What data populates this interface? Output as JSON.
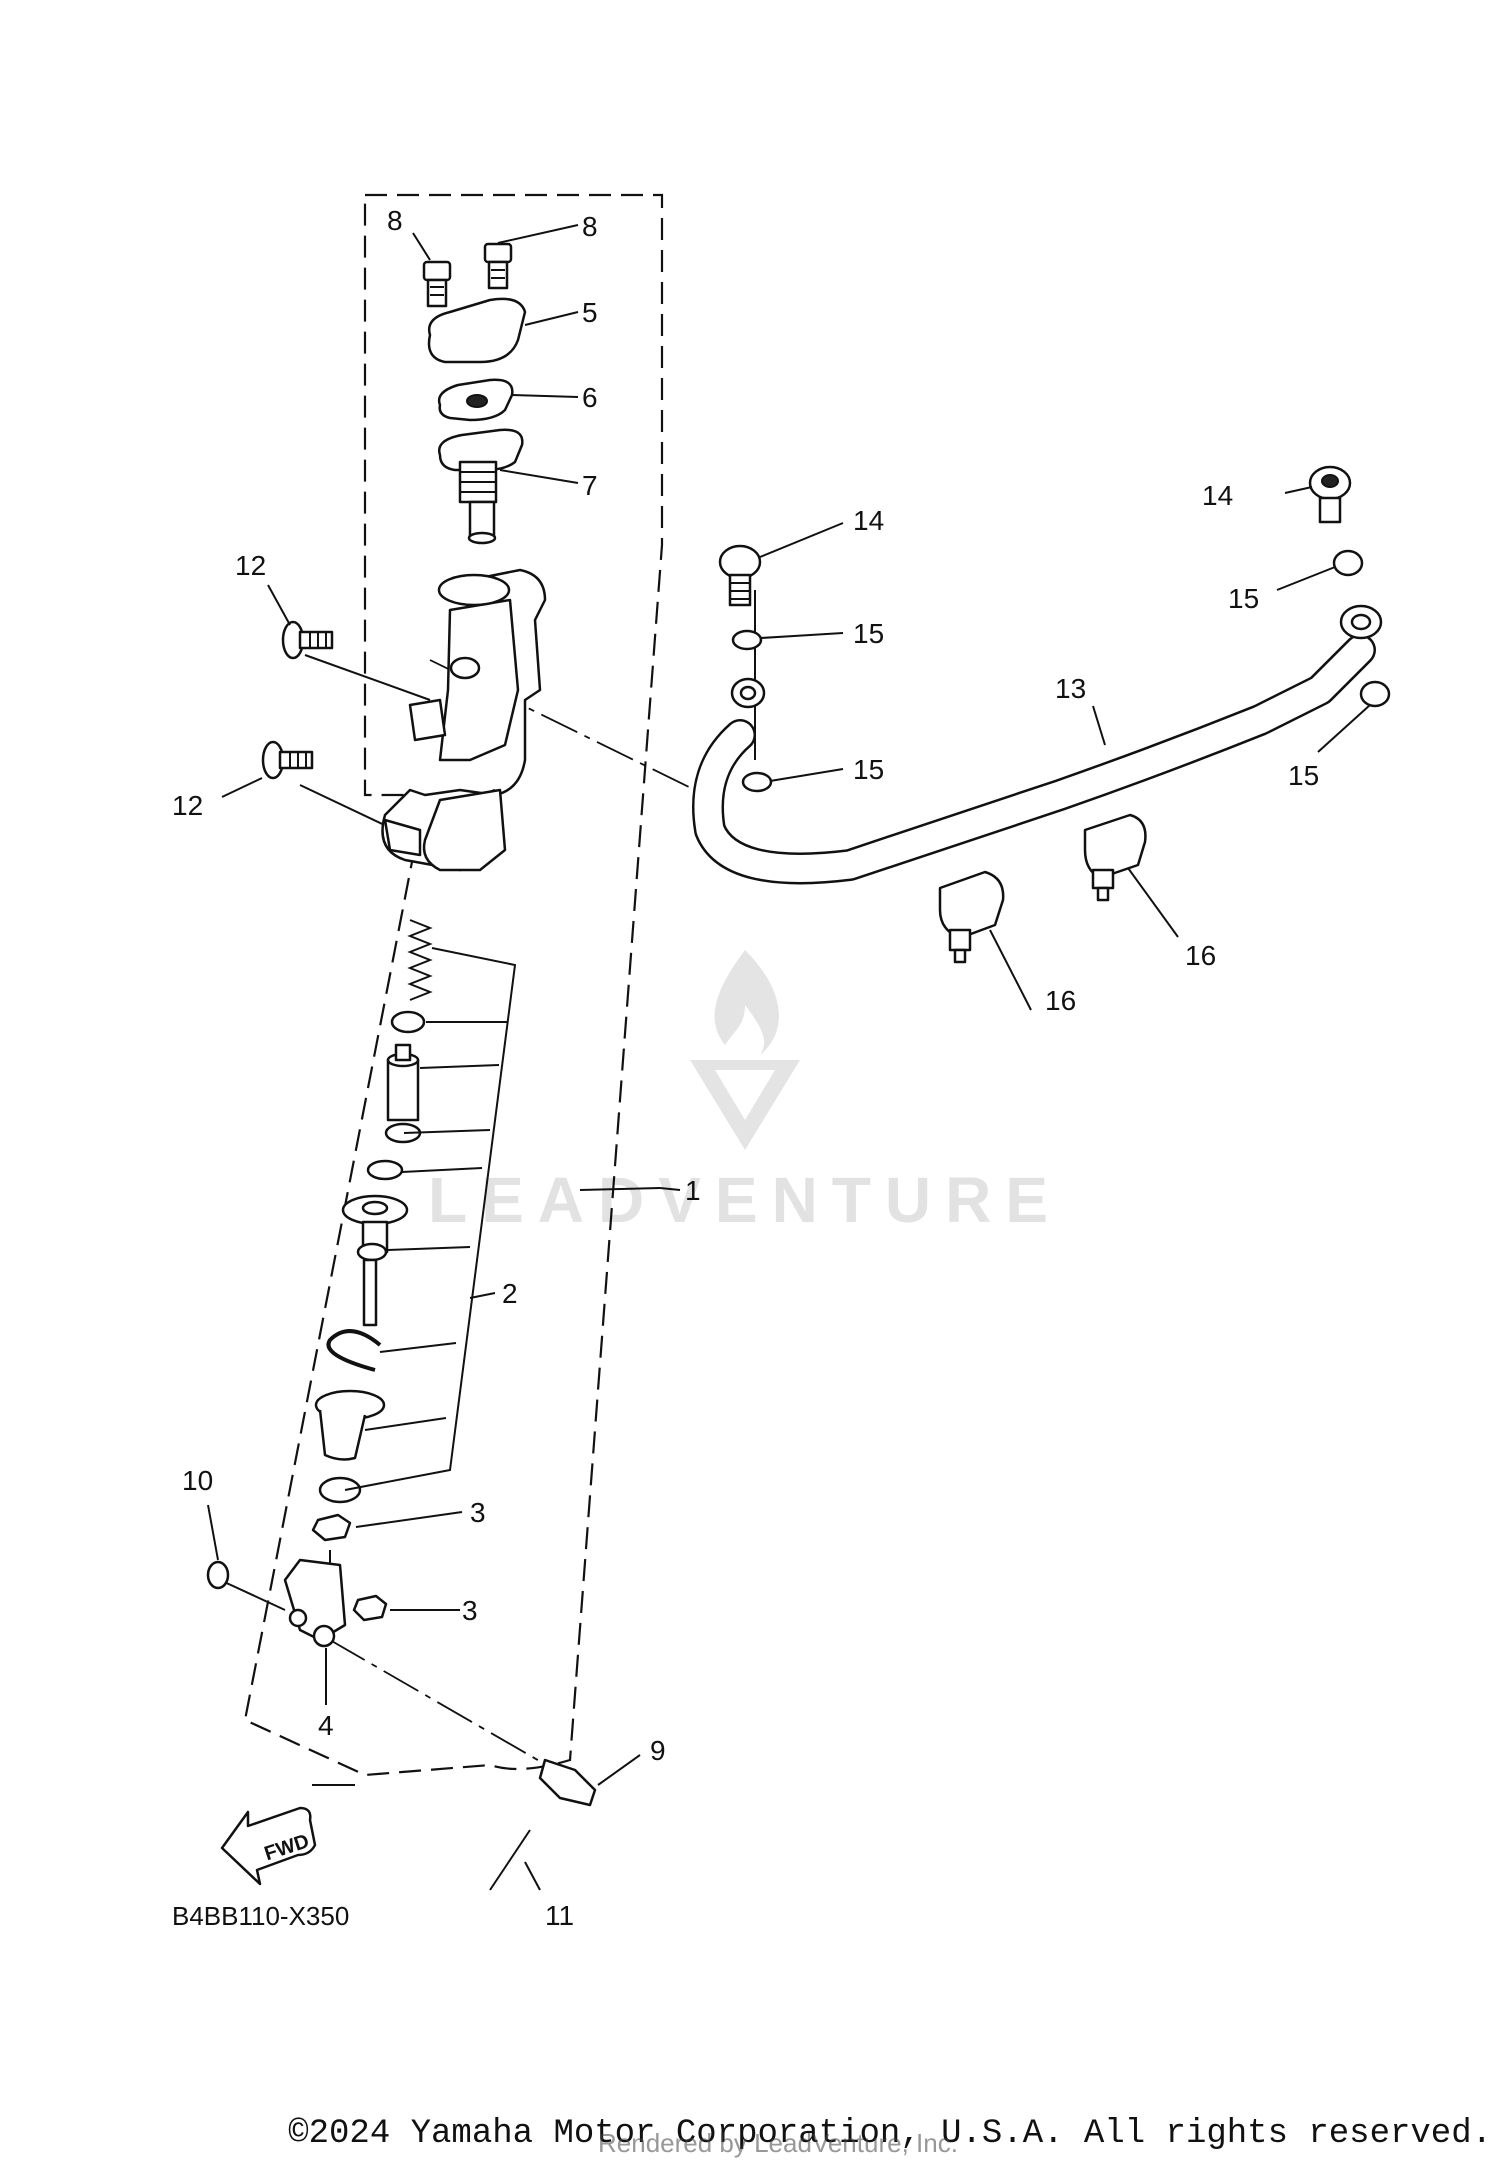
{
  "diagram": {
    "callouts": [
      {
        "id": "c8a",
        "text": "8"
      },
      {
        "id": "c8b",
        "text": "8"
      },
      {
        "id": "c5",
        "text": "5"
      },
      {
        "id": "c6",
        "text": "6"
      },
      {
        "id": "c7",
        "text": "7"
      },
      {
        "id": "c12a",
        "text": "12"
      },
      {
        "id": "c12b",
        "text": "12"
      },
      {
        "id": "c14a",
        "text": "14"
      },
      {
        "id": "c14b",
        "text": "14"
      },
      {
        "id": "c15a",
        "text": "15"
      },
      {
        "id": "c15b",
        "text": "15"
      },
      {
        "id": "c15c",
        "text": "15"
      },
      {
        "id": "c15d",
        "text": "15"
      },
      {
        "id": "c13",
        "text": "13"
      },
      {
        "id": "c16a",
        "text": "16"
      },
      {
        "id": "c16b",
        "text": "16"
      },
      {
        "id": "c1",
        "text": "1"
      },
      {
        "id": "c2",
        "text": "2"
      },
      {
        "id": "c3a",
        "text": "3"
      },
      {
        "id": "c3b",
        "text": "3"
      },
      {
        "id": "c10",
        "text": "10"
      },
      {
        "id": "c4",
        "text": "4"
      },
      {
        "id": "c9",
        "text": "9"
      },
      {
        "id": "c11",
        "text": "11"
      }
    ],
    "fwd_label": "FWD",
    "diagram_code": "B4BB110-X350",
    "watermark": "LEADVENTURE"
  },
  "footer": {
    "copyright": "©2024 Yamaha Motor Corporation, U.S.A. All rights reserved.",
    "rendered_by": "Rendered by LeadVenture, Inc."
  }
}
